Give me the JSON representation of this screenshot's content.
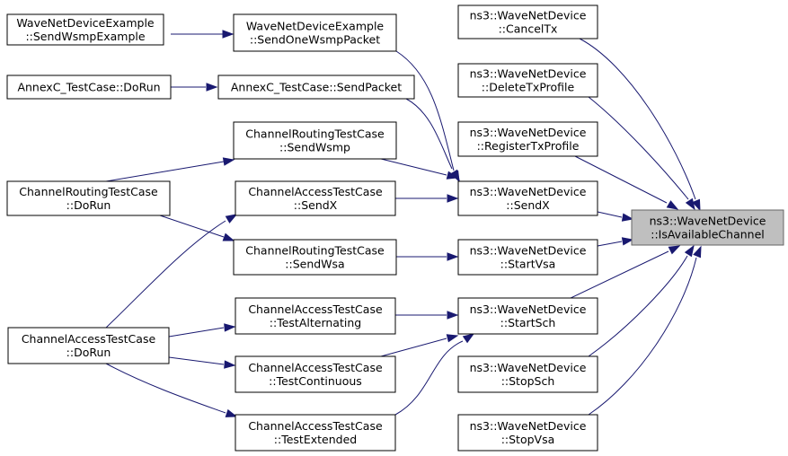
{
  "colors": {
    "edge": "#191970",
    "target_fill": "#bfbfbf",
    "node_border": "#000000"
  },
  "nodes": {
    "wne_sendwsmpexample": [
      "WaveNetDeviceExample",
      "::SendWsmpExample"
    ],
    "wne_sendonewsmppacket": [
      "WaveNetDeviceExample",
      "::SendOneWsmpPacket"
    ],
    "annexc_dorun": [
      "AnnexC_TestCase::DoRun"
    ],
    "annexc_sendpacket": [
      "AnnexC_TestCase::SendPacket"
    ],
    "crtc_sendwsmp": [
      "ChannelRoutingTestCase",
      "::SendWsmp"
    ],
    "crtc_dorun": [
      "ChannelRoutingTestCase",
      "::DoRun"
    ],
    "catc_sendx": [
      "ChannelAccessTestCase",
      "::SendX"
    ],
    "crtc_sendwsa": [
      "ChannelRoutingTestCase",
      "::SendWsa"
    ],
    "catc_dorun": [
      "ChannelAccessTestCase",
      "::DoRun"
    ],
    "catc_testalternating": [
      "ChannelAccessTestCase",
      "::TestAlternating"
    ],
    "catc_testcontinuous": [
      "ChannelAccessTestCase",
      "::TestContinuous"
    ],
    "catc_testextended": [
      "ChannelAccessTestCase",
      "::TestExtended"
    ],
    "wnd_canceltx": [
      "ns3::WaveNetDevice",
      "::CancelTx"
    ],
    "wnd_deletetxprofile": [
      "ns3::WaveNetDevice",
      "::DeleteTxProfile"
    ],
    "wnd_registertxprofile": [
      "ns3::WaveNetDevice",
      "::RegisterTxProfile"
    ],
    "wnd_sendx": [
      "ns3::WaveNetDevice",
      "::SendX"
    ],
    "wnd_startvsa": [
      "ns3::WaveNetDevice",
      "::StartVsa"
    ],
    "wnd_startsch": [
      "ns3::WaveNetDevice",
      "::StartSch"
    ],
    "wnd_stopsch": [
      "ns3::WaveNetDevice",
      "::StopSch"
    ],
    "wnd_stopvsa": [
      "ns3::WaveNetDevice",
      "::StopVsa"
    ],
    "wnd_isavailablechannel": [
      "ns3::WaveNetDevice",
      "::IsAvailableChannel"
    ]
  }
}
